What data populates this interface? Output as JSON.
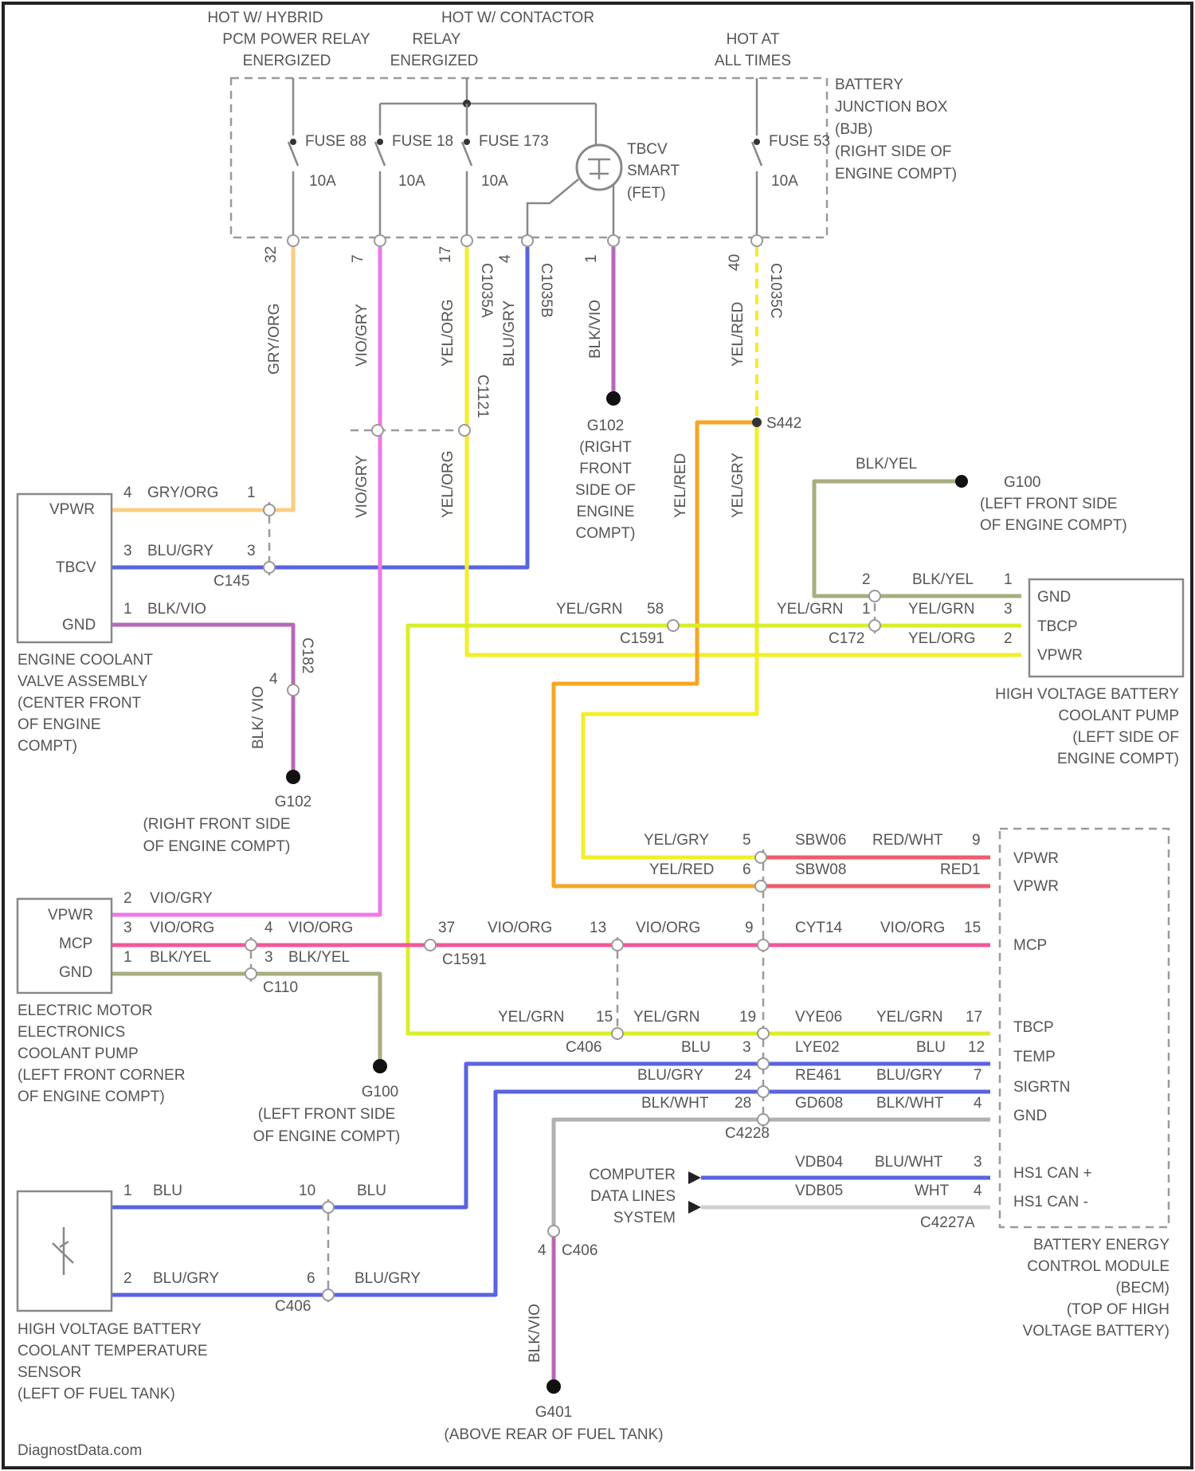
{
  "colors": {
    "orange": "#f5a623",
    "violet": "#ee7ae8",
    "yellow": "#f2ee2a",
    "yellow_green": "#d8ee2a",
    "blue": "#5a63e0",
    "black_violet": "#b768b8",
    "black_yellow": "#a9ad80",
    "red": "#f05a6a",
    "pink": "#f3579a",
    "gray": "#b0b0b0"
  },
  "header": {
    "hybrid_relay": [
      "HOT W/ HYBRID",
      "PCM POWER RELAY",
      "ENERGIZED"
    ],
    "contactor_relay": [
      "HOT W/ CONTACTOR",
      "RELAY",
      "ENERGIZED"
    ],
    "hot_all_times": [
      "HOT AT",
      "ALL TIMES"
    ]
  },
  "bjb": {
    "label": [
      "BATTERY",
      "JUNCTION BOX",
      "(BJB)",
      "(RIGHT SIDE OF",
      "ENGINE COMPT)"
    ],
    "fuse_a": {
      "name": "FUSE 88",
      "amps": "10A"
    },
    "fuse_b": {
      "name": "FUSE 18",
      "amps": "10A"
    },
    "fuse_c": {
      "name": "FUSE 173",
      "amps": "10A"
    },
    "fuse_d": {
      "name": "FUSE 53",
      "amps": "10A"
    },
    "tbcv_smart": [
      "TBCV",
      "SMART",
      "(FET)"
    ]
  },
  "bjb_pins": {
    "p32": "32",
    "p7": "7",
    "p17": "17",
    "c1035a": "C1035A",
    "p4": "4",
    "c1035b": "C1035B",
    "p1": "1",
    "p40": "40",
    "c1035c": "C1035C"
  },
  "vertical_labels": {
    "gy_og": "GRY/ORG",
    "vt_og_a": "VIO/GRY",
    "ye_og_a": "YEL/ORG",
    "bu_gy_a": "BLU/GRY",
    "bk_vt_a": "BLK/VIO",
    "ye_rd_a": "YEL/RED",
    "vt_og_b": "VIO/GRY",
    "ye_og_b": "YEL/ORG",
    "ye_rd_b": "YEL/RED",
    "ye_gy": "YEL/GRY",
    "bk_vt_b": "BLK/ VIO",
    "bk_vt_c": "BLK/VIO",
    "c1121": "C1121",
    "c182": "C182"
  },
  "grounds": {
    "g102_top": [
      "G102",
      "(RIGHT",
      "FRONT",
      "SIDE OF",
      "ENGINE",
      "COMPT)"
    ],
    "g100_top": [
      "G100",
      "(LEFT FRONT SIDE",
      "OF ENGINE COMPT)"
    ],
    "g102_mid": [
      "G102",
      "(RIGHT FRONT SIDE",
      "OF ENGINE COMPT)"
    ],
    "g100_bottom": [
      "G100",
      "(LEFT FRONT SIDE",
      "OF ENGINE COMPT)"
    ],
    "g401": [
      "G401",
      "(ABOVE REAR OF FUEL TANK)"
    ]
  },
  "ecva": {
    "pins": [
      "VPWR",
      "TBCV",
      "GND"
    ],
    "label": [
      "ENGINE COOLANT",
      "VALVE ASSEMBLY",
      "(CENTER FRONT",
      "OF ENGINE",
      "COMPT)"
    ],
    "w1": {
      "pin": "4",
      "color": "GRY/ORG",
      "cpin": "1"
    },
    "w2": {
      "pin": "3",
      "color": "BLU/GRY",
      "cpin": "3"
    },
    "w3": {
      "pin": "1",
      "color": "BLK/VIO"
    },
    "c145": "C145",
    "s4": "4"
  },
  "splice": "S442",
  "hvbcp": {
    "pins": [
      "GND",
      "TBCP",
      "VPWR"
    ],
    "label": [
      "HIGH VOLTAGE BATTERY",
      "COOLANT PUMP",
      "(LEFT SIDE OF",
      "ENGINE COMPT)"
    ],
    "bk_ye_top": "BLK/YEL",
    "gnd_wire": {
      "left": "2",
      "color": "BLK/YEL",
      "right": "1"
    },
    "tbcp_wire": {
      "left": "YEL/GRN",
      "lpin": "1",
      "color": "YEL/GRN",
      "right": "3"
    },
    "vpwr_wire": {
      "conn": "C172",
      "color": "YEL/ORG",
      "right": "2"
    },
    "c1591": {
      "name": "C1591",
      "color": "YEL/GRN",
      "pin": "58"
    }
  },
  "becm_wires": {
    "r1": {
      "color": "YEL/GRY",
      "pin": "5",
      "circuit": "SBW06",
      "color2": "RED/WHT",
      "pin2": "9"
    },
    "r2": {
      "color": "YEL/RED",
      "pin": "6",
      "circuit": "SBW08",
      "color2": "RED",
      "pin2": "1"
    },
    "mcp": {
      "pinA": "37",
      "colorA": "VIO/ORG",
      "pinB": "13",
      "colorB": "VIO/ORG",
      "pinC": "9",
      "circuit": "CYT14",
      "colorC": "VIO/ORG",
      "pinD": "15"
    },
    "c1591b": "C1591",
    "tbcp": {
      "color": "YEL/GRN",
      "pinA": "15",
      "colorB": "YEL/GRN",
      "pinB": "19",
      "circuit": "VYE06",
      "colorC": "YEL/GRN",
      "pinC": "17"
    },
    "temp": {
      "c406": "C406",
      "color": "BLU",
      "pin": "3",
      "circuit": "LYE02",
      "color2": "BLU",
      "pin2": "12"
    },
    "rtn": {
      "color": "BLU/GRY",
      "pin": "24",
      "circuit": "RE461",
      "color2": "BLU/GRY",
      "pin2": "7"
    },
    "gnd": {
      "color": "BLK/WHT",
      "pin": "28",
      "circuit": "GD608",
      "color2": "BLK/WHT",
      "pin2": "4"
    },
    "c4228": "C4228",
    "can_h": {
      "circuit": "VDB04",
      "color": "BLU/WHT",
      "pin": "3"
    },
    "can_l": {
      "circuit": "VDB05",
      "color": "WHT",
      "pin": "4"
    },
    "c4227a": "C4227A"
  },
  "becm": {
    "pins": [
      "VPWR",
      "VPWR",
      "MCP",
      "TBCP",
      "TEMP",
      "SIGRTN",
      "GND",
      "HS1 CAN +",
      "HS1 CAN -"
    ],
    "label": [
      "BATTERY ENERGY",
      "CONTROL MODULE",
      "(BECM)",
      "(TOP OF HIGH",
      "VOLTAGE BATTERY)"
    ]
  },
  "computer_data_lines": [
    "COMPUTER",
    "DATA LINES",
    "SYSTEM"
  ],
  "emecp": {
    "pins": [
      "VPWR",
      "MCP",
      "GND"
    ],
    "label": [
      "ELECTRIC MOTOR",
      "ELECTRONICS",
      "COOLANT PUMP",
      "(LEFT FRONT CORNER",
      "OF ENGINE COMPT)"
    ],
    "w1": {
      "pin": "2",
      "color": "VIO/GRY"
    },
    "w2": {
      "pin": "3",
      "color": "VIO/ORG",
      "cpin": "4",
      "color2": "VIO/ORG"
    },
    "w3": {
      "pin": "1",
      "color": "BLK/YEL",
      "cpin": "3",
      "color2": "BLK/YEL"
    },
    "c110": "C110"
  },
  "sensor": {
    "label": [
      "HIGH VOLTAGE BATTERY",
      "COOLANT TEMPERATURE",
      "SENSOR",
      "(LEFT OF FUEL TANK)"
    ],
    "w1": {
      "pin": "1",
      "color": "BLU",
      "cpin": "10",
      "color2": "BLU"
    },
    "w2": {
      "pin": "2",
      "color": "BLU/GRY",
      "cpin": "6",
      "color2": "BLU/GRY"
    },
    "c406": "C406",
    "c406b": "C406",
    "c406b_pin": "4"
  },
  "watermark": "DiagnostData.com"
}
